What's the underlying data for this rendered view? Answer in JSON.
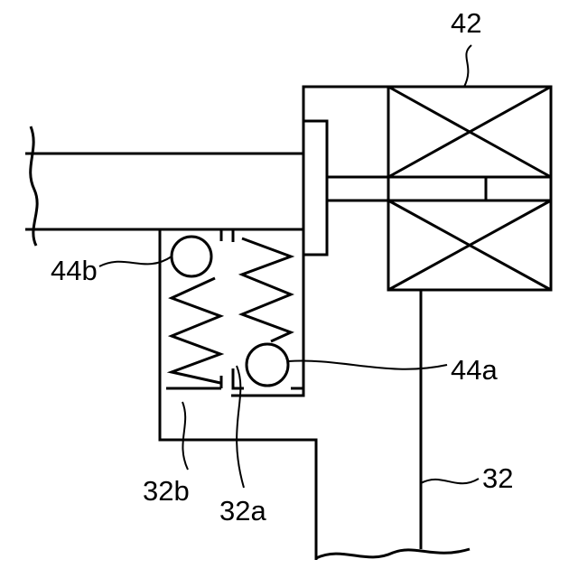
{
  "labels": {
    "actuator": "42",
    "ball_upper": "44b",
    "ball_lower": "44a",
    "channel_left": "32b",
    "channel_right": "32a",
    "housing": "32"
  }
}
